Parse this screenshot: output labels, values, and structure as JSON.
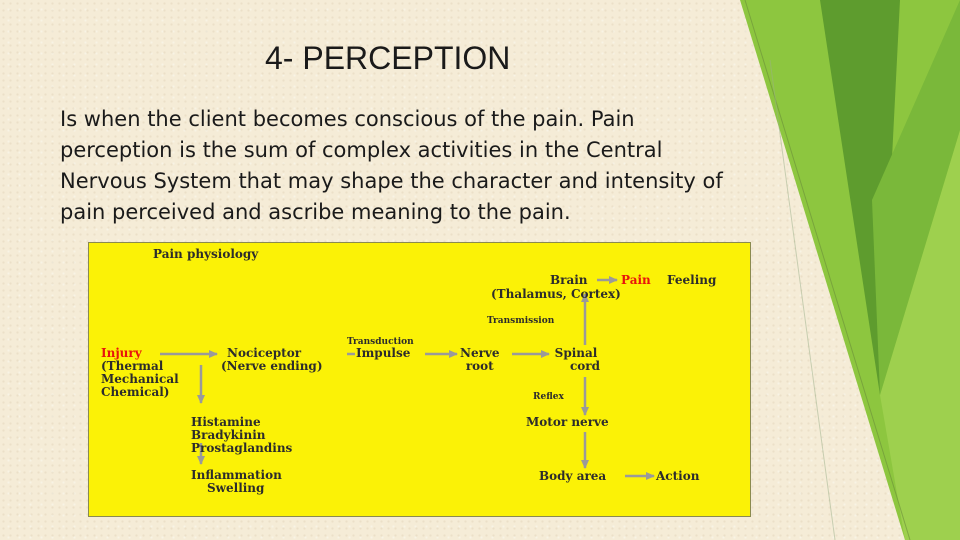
{
  "slide": {
    "title": "4- PERCEPTION",
    "body_lines": [
      "Is when the client becomes  conscious of the pain. Pain",
      "perception is the sum of  complex activities in the Central",
      "Nervous System that may shape  the character and intensity of",
      "pain perceived and ascribe  meaning to the pain."
    ]
  },
  "diagram": {
    "heading": "Pain physiology",
    "brain_prefix": "Brain",
    "brain_pain": "Pain",
    "brain_feeling": "Feeling",
    "thalamus": "(Thalamus, Cortex)",
    "transmission": "Transmission",
    "transduction": "Transduction",
    "injury": "Injury",
    "injury_lines": [
      "(Thermal",
      "Mechanical",
      "Chemical)"
    ],
    "nociceptor_lines": [
      "Nociceptor",
      "(Nerve ending)"
    ],
    "impulse": "Impulse",
    "nerve_root_lines": [
      "Nerve",
      "root"
    ],
    "spinal_cord_lines": [
      "Spinal",
      "cord"
    ],
    "reflex": "Reflex",
    "motor_nerve": "Motor nerve",
    "mediators": [
      "Histamine",
      "Bradykinin",
      "Prostaglandins"
    ],
    "inflammation_lines": [
      "Inflammation",
      "Swelling"
    ],
    "body_area": "Body area",
    "action": "Action"
  },
  "colors": {
    "diagram_bg": "#fbf206",
    "highlight_red": "#e8140c",
    "deco_green_light": "#8dc63f",
    "deco_green_dark": "#5a9a2a"
  }
}
